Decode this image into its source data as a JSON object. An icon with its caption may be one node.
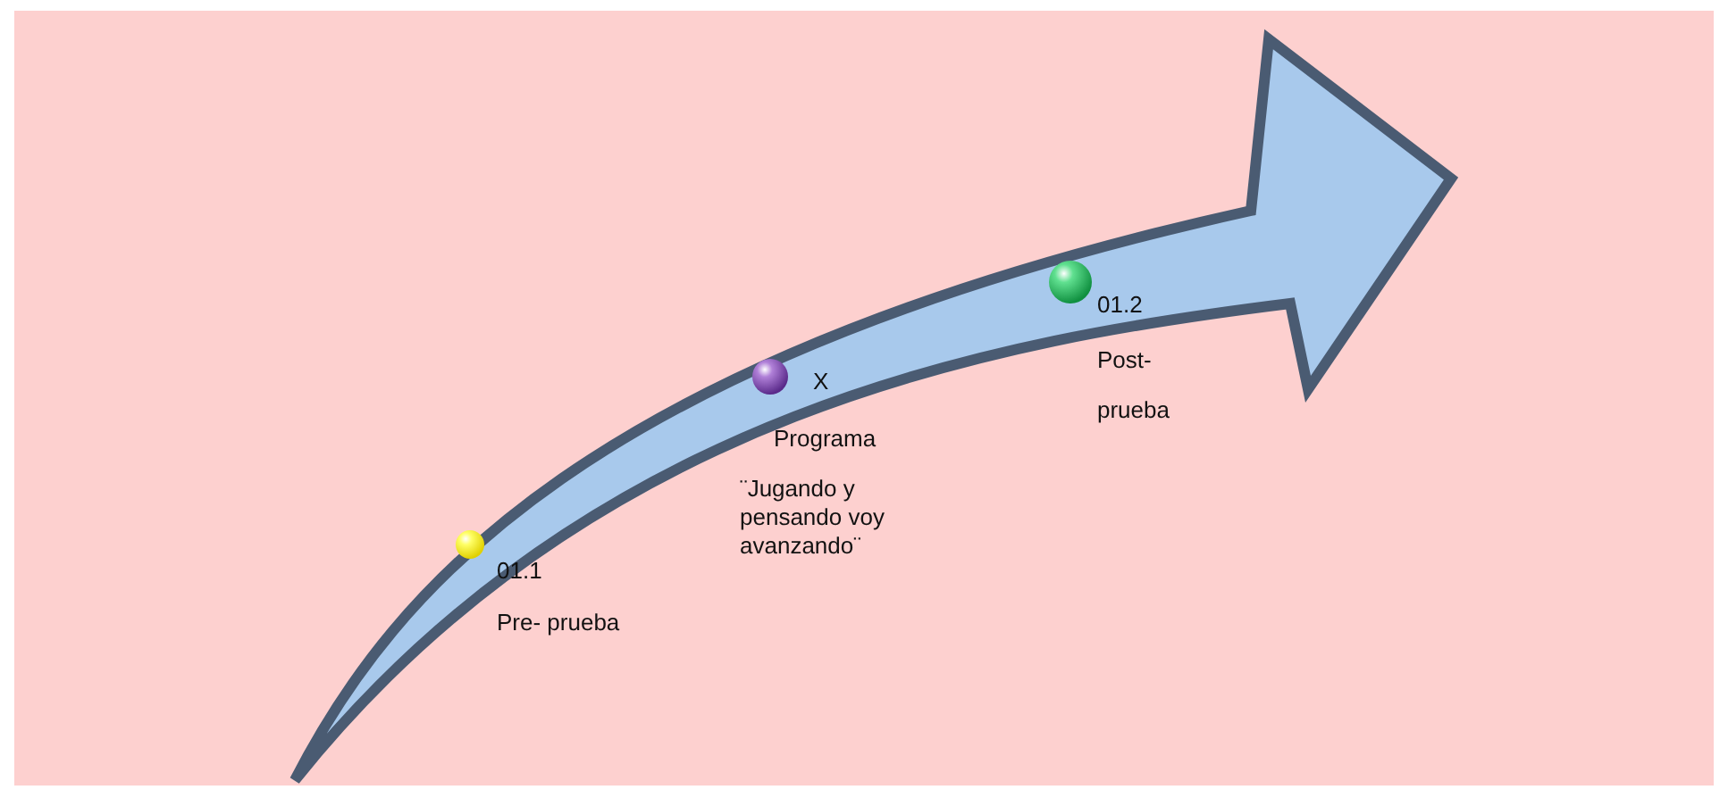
{
  "diagram": {
    "nodes": [
      {
        "text": [],
        "shape": "circle",
        "beside": [
          "01.1",
          "Pre- prueba"
        ]
      },
      {
        "text": [],
        "shape": "circle",
        "beside": [
          "X",
          "Programa",
          "¨Jugando y pensando voy avanzando¨"
        ]
      },
      {
        "text": [],
        "shape": "circle",
        "beside": [
          "01.2",
          "Post- prueba"
        ]
      }
    ]
  }
}
